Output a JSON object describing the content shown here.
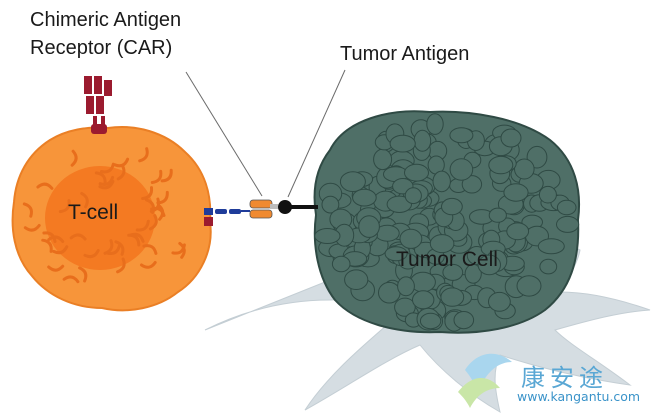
{
  "labels": {
    "car_line1": "Chimeric Antigen",
    "car_line2": "Receptor (CAR)",
    "tumor_antigen": "Tumor Antigen",
    "t_cell": "T-cell",
    "tumor_cell": "Tumor Cell"
  },
  "watermark": {
    "cn": "康安途",
    "url": "www.kangantu.com"
  },
  "colors": {
    "t_cell_outer": "#f7953a",
    "t_cell_inner": "#f47a22",
    "t_cell_squiggle": "#e86e1c",
    "tumor_body": "#4f6f67",
    "tumor_blob_outline": "#2f4a44",
    "tumor_shadow": "#d5dde2",
    "car_receptor": "#9b1b2f",
    "car_blue": "#1f3c9a",
    "car_orange": "#f08a30",
    "antigen": "#111111"
  }
}
